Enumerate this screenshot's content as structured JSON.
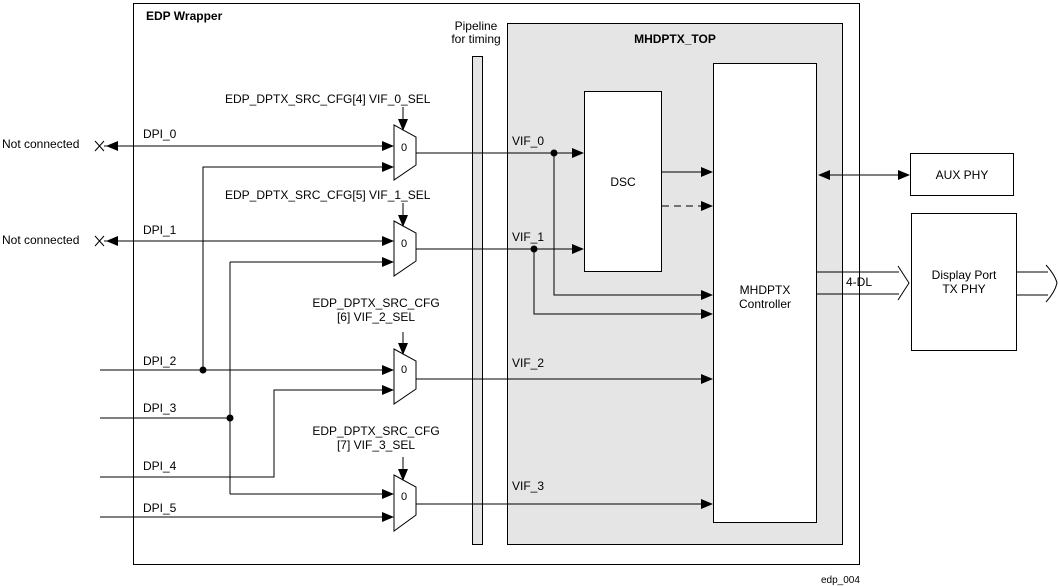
{
  "figure_id": "edp_004",
  "colors": {
    "block_fill_gray": "#e5e5e5",
    "line": "#000000",
    "background": "#ffffff"
  },
  "wrapper_title": "EDP Wrapper",
  "pipeline_label": {
    "line1": "Pipeline",
    "line2": "for timing"
  },
  "mhdptx_top_title": "MHDPTX_TOP",
  "not_connected_label": "Not connected",
  "dpi_inputs": [
    "DPI_0",
    "DPI_1",
    "DPI_2",
    "DPI_3",
    "DPI_4",
    "DPI_5"
  ],
  "vif_signals": [
    "VIF_0",
    "VIF_1",
    "VIF_2",
    "VIF_3"
  ],
  "mux_input_value": "0",
  "mux_select_labels": [
    {
      "line1": "EDP_DPTX_SRC_CFG[4] VIF_0_SEL"
    },
    {
      "line1": "EDP_DPTX_SRC_CFG[5] VIF_1_SEL"
    },
    {
      "line1": "EDP_DPTX_SRC_CFG",
      "line2": "[6] VIF_2_SEL"
    },
    {
      "line1": "EDP_DPTX_SRC_CFG",
      "line2": "[7] VIF_3_SEL"
    }
  ],
  "blocks": {
    "dsc": {
      "label": "DSC"
    },
    "controller": {
      "line1": "MHDPTX",
      "line2": "Controller"
    },
    "aux_phy": {
      "label": "AUX PHY"
    },
    "dp_tx_phy": {
      "line1": "Display Port",
      "line2": "TX PHY"
    }
  },
  "bus_label": "4-DL"
}
